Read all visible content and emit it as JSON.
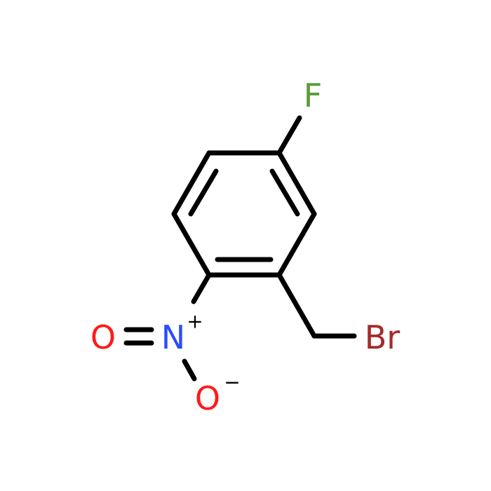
{
  "molecule": {
    "atoms": {
      "fluorine": {
        "label": "F",
        "color": "#5a9a3a"
      },
      "bromine": {
        "label": "Br",
        "color": "#a52a2a"
      },
      "nitrogen": {
        "label": "N",
        "color": "#2a4cff",
        "charge": "+"
      },
      "oxygen_double": {
        "label": "O",
        "color": "#ff1a1a"
      },
      "oxygen_single": {
        "label": "O",
        "color": "#ff1a1a",
        "charge": "−"
      }
    }
  }
}
